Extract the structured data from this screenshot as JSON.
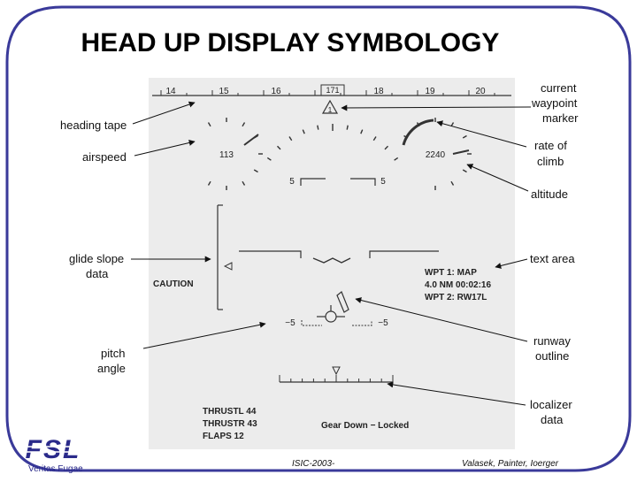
{
  "slide": {
    "title": "HEAD UP DISPLAY SYMBOLOGY",
    "footer_center": "ISIC-2003-",
    "footer_right": "Valasek, Painter, Ioerger",
    "logo": {
      "text": "FSL",
      "motto": "Veritas Fugae"
    }
  },
  "hud": {
    "heading_ticks": [
      "14",
      "15",
      "16",
      "18",
      "19",
      "20"
    ],
    "heading_current": "171",
    "waypoint_marker": "1",
    "airspeed": "113",
    "altitude": "2240",
    "pitch_ladder_upper": [
      "5",
      "5"
    ],
    "pitch_ladder_lower": [
      "−5",
      "−5"
    ],
    "caution": "CAUTION",
    "text_area": [
      "WPT 1: MAP",
      "4.0 NM  00:02:16",
      "WPT 2: RW17L"
    ],
    "thrust": [
      "THRUSTL 44",
      "THRUSTR 43",
      "FLAPS  12"
    ],
    "gear": "Gear Down − Locked"
  },
  "callouts": {
    "heading_tape": "heading tape",
    "airspeed": "airspeed",
    "glide_slope": [
      "glide slope",
      "data"
    ],
    "pitch_angle": [
      "pitch",
      "angle"
    ],
    "current_waypoint": [
      "current",
      "waypoint",
      "marker"
    ],
    "rate_of_climb": [
      "rate of",
      "climb"
    ],
    "altitude": "altitude",
    "text_area": "text area",
    "runway_outline": [
      "runway",
      "outline"
    ],
    "localizer": [
      "localizer",
      "data"
    ]
  },
  "colors": {
    "frame": "#3a3a9a",
    "hud_bg": "#ececec",
    "hud_line": "#333333",
    "logo": "#2a2a8a"
  }
}
